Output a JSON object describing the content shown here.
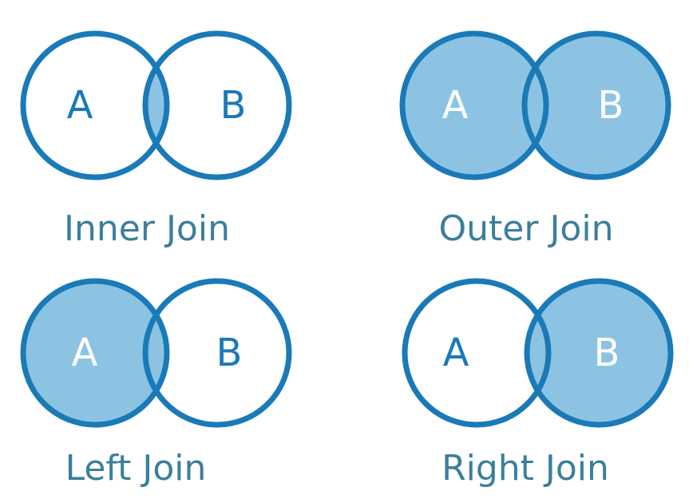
{
  "colors": {
    "stroke": "#1a7ab8",
    "fill": "#8dc3e2",
    "letter_on_white": "#1a7ab8",
    "letter_on_fill": "#ffffff",
    "caption": "#3b7f9a"
  },
  "panels": [
    {
      "caption": "Inner Join",
      "set_a": "A",
      "set_b": "B",
      "shade_a_only": false,
      "shade_overlap": true,
      "shade_b_only": false
    },
    {
      "caption": "Outer Join",
      "set_a": "A",
      "set_b": "B",
      "shade_a_only": true,
      "shade_overlap": true,
      "shade_b_only": true
    },
    {
      "caption": "Left Join",
      "set_a": "A",
      "set_b": "B",
      "shade_a_only": true,
      "shade_overlap": true,
      "shade_b_only": false
    },
    {
      "caption": "Right Join",
      "set_a": "A",
      "set_b": "B",
      "shade_a_only": false,
      "shade_overlap": true,
      "shade_b_only": true
    }
  ]
}
